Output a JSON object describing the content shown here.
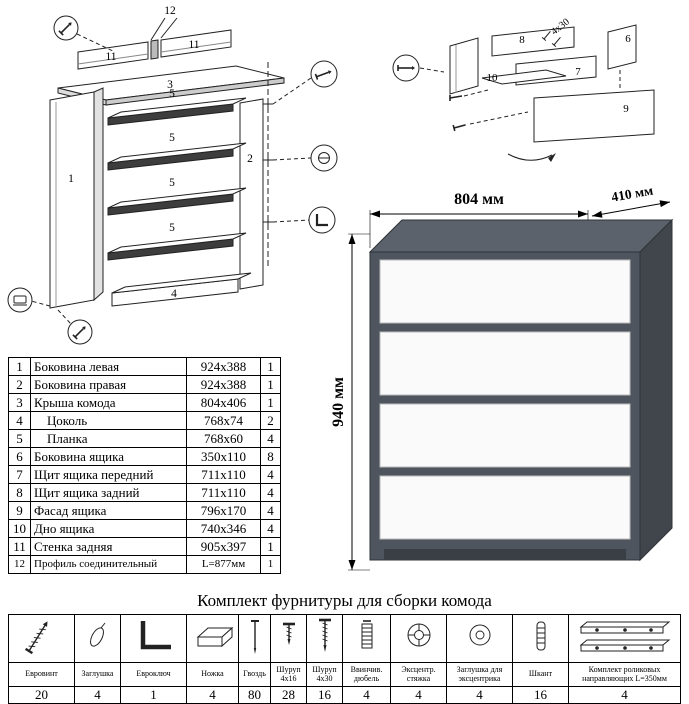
{
  "parts_table": {
    "rows": [
      {
        "num": "1",
        "name": "Боковина левая",
        "size": "924x388",
        "qty": "1"
      },
      {
        "num": "2",
        "name": "Боковина правая",
        "size": "924x388",
        "qty": "1"
      },
      {
        "num": "3",
        "name": "Крыша комода",
        "size": "804x406",
        "qty": "1"
      },
      {
        "num": "4",
        "name": "    Цоколь",
        "size": "768x74",
        "qty": "2"
      },
      {
        "num": "5",
        "name": "    Планка",
        "size": "768x60",
        "qty": "4"
      },
      {
        "num": "6",
        "name": "Боковина ящика",
        "size": "350x110",
        "qty": "8"
      },
      {
        "num": "7",
        "name": "Щит ящика передний",
        "size": "711x110",
        "qty": "4"
      },
      {
        "num": "8",
        "name": "Щит ящика задний",
        "size": "711x110",
        "qty": "4"
      },
      {
        "num": "9",
        "name": "Фасад ящика",
        "size": "796x170",
        "qty": "4"
      },
      {
        "num": "10",
        "name": "Дно ящика",
        "size": "740x346",
        "qty": "4"
      },
      {
        "num": "11",
        "name": "Стенка задняя",
        "size": "905x397",
        "qty": "1"
      },
      {
        "num": "12",
        "name": "Профиль соединительный",
        "size": "L=877мм",
        "qty": "1"
      }
    ]
  },
  "dresser": {
    "dim_width": "804 мм",
    "dim_depth": "410 мм",
    "dim_height": "940 мм",
    "body_color": "#4e555e",
    "top_color": "#5b626b",
    "side_color": "#41464d",
    "drawer_color": "#fafafa"
  },
  "frame_diagram": {
    "l12": "12",
    "l11a": "11",
    "l11b": "11",
    "l3": "3",
    "l5a": "5",
    "l5b": "5",
    "l5c": "5",
    "l5d": "5",
    "l4": "4",
    "l1": "1",
    "l2": "2"
  },
  "drawer_diagram": {
    "l8": "8",
    "l4x30": "4x30",
    "l6a": "6",
    "l7": "7",
    "l10": "10",
    "l9": "9"
  },
  "hardware": {
    "title": "Комплект фурнитуры для сборки комода",
    "items": [
      {
        "label": "Евровинт",
        "qty": "20",
        "icon": "euro-screw-icon"
      },
      {
        "label": "Заглушка",
        "qty": "4",
        "icon": "cap-icon"
      },
      {
        "label": "Евроключ",
        "qty": "1",
        "icon": "hex-key-icon"
      },
      {
        "label": "Ножка",
        "qty": "4",
        "icon": "leg-icon"
      },
      {
        "label": "Гвоздь",
        "qty": "80",
        "icon": "nail-icon"
      },
      {
        "label": "Шуруп 4x16",
        "qty": "28",
        "icon": "screw-short-icon"
      },
      {
        "label": "Шуруп 4x30",
        "qty": "16",
        "icon": "screw-long-icon"
      },
      {
        "label": "Ввинчив. дюбель",
        "qty": "4",
        "icon": "threaded-dowel-icon"
      },
      {
        "label": "Эксцентр. стяжка",
        "qty": "4",
        "icon": "cam-lock-icon"
      },
      {
        "label": "Заглушка для эксцентрика",
        "qty": "4",
        "icon": "cam-cap-icon"
      },
      {
        "label": "Шкант",
        "qty": "16",
        "icon": "dowel-icon"
      },
      {
        "label": "Комплект роликовых направляющих L=350мм",
        "qty": "4",
        "icon": "drawer-slides-icon"
      }
    ]
  }
}
